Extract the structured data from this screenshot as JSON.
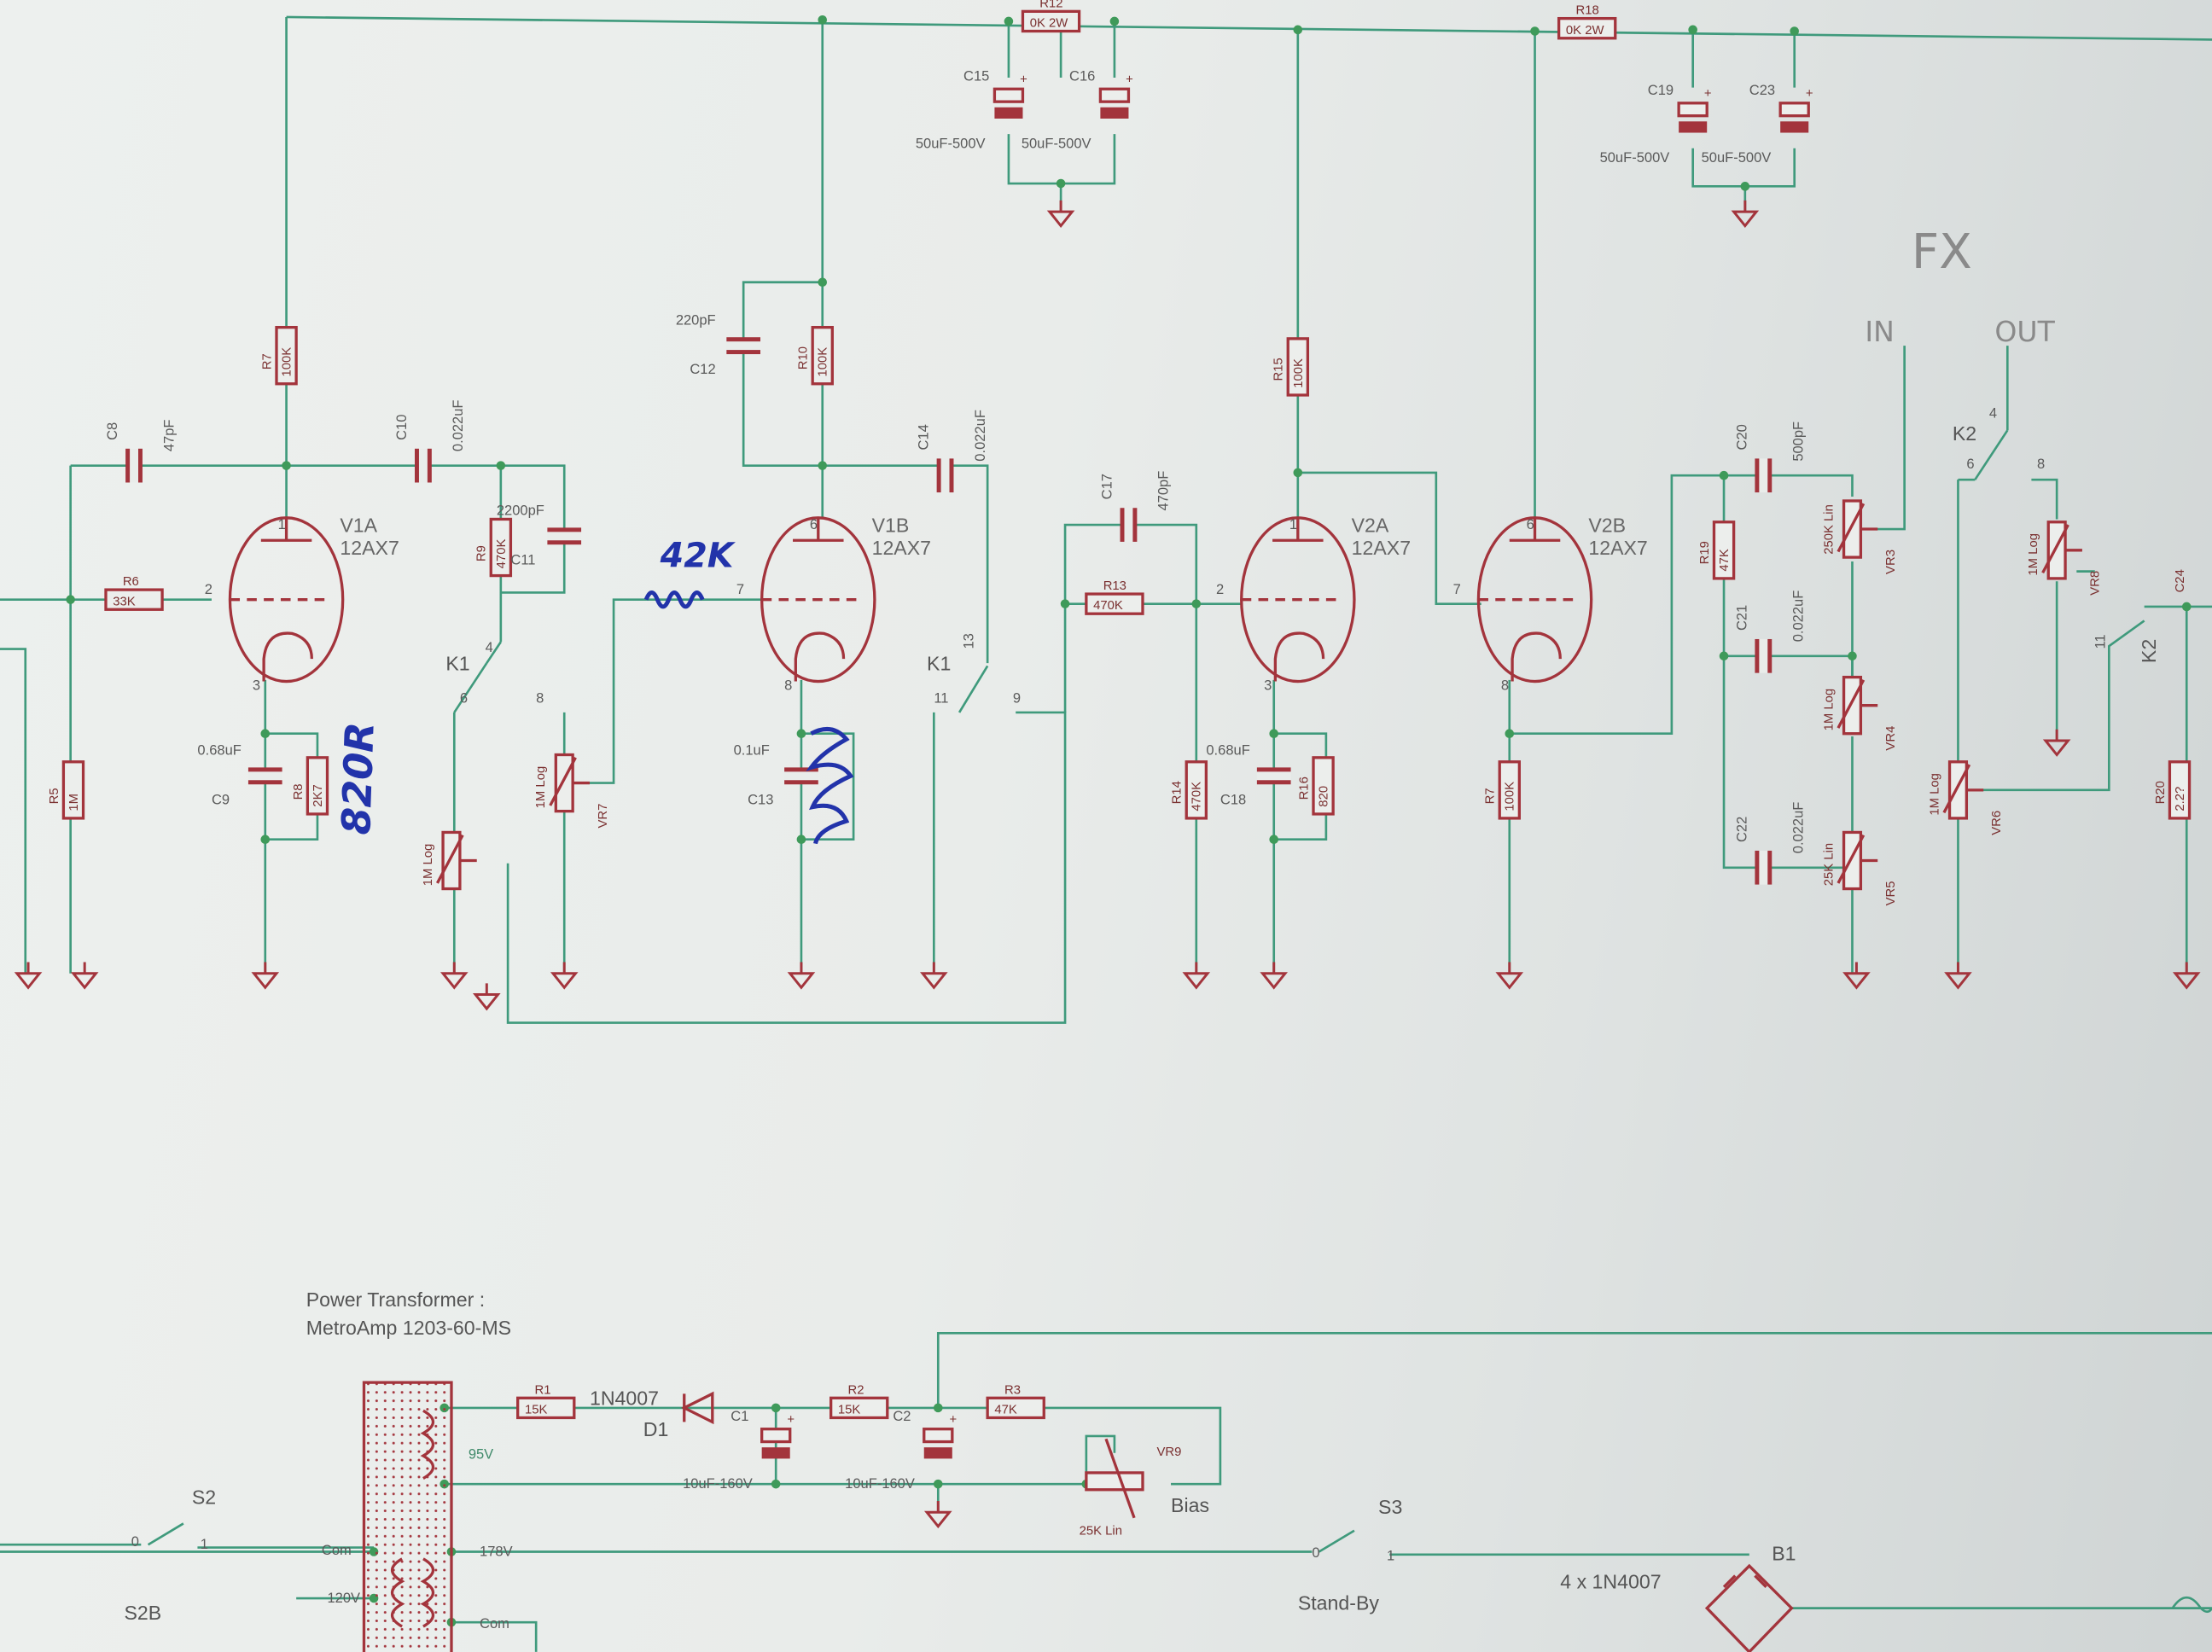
{
  "title_block": {
    "power_transformer_label": "Power Transformer :",
    "power_transformer_model": "MetroAmp 1203-60-MS"
  },
  "colors": {
    "wire": "#3f9a7c",
    "component": "#a3343c",
    "handwriting": "#2233aa",
    "paper": "#e9ecea"
  },
  "components": {
    "R12": {
      "ref": "R12",
      "value": "0K 2W"
    },
    "R18": {
      "ref": "R18",
      "value": "0K 2W"
    },
    "C15": {
      "ref": "C15",
      "value": "50uF-500V"
    },
    "C16": {
      "ref": "C16",
      "value": "50uF-500V"
    },
    "C19": {
      "ref": "C19",
      "value": "50uF-500V"
    },
    "C23": {
      "ref": "C23",
      "value": "50uF-500V"
    },
    "R7a": {
      "ref": "R7",
      "value": "100K"
    },
    "R10": {
      "ref": "R10",
      "value": "100K"
    },
    "R15": {
      "ref": "R15",
      "value": "100K"
    },
    "C8": {
      "ref": "C8",
      "value": "47pF"
    },
    "C10": {
      "ref": "C10",
      "value": "0.022uF"
    },
    "R9": {
      "ref": "R9",
      "value": "470K"
    },
    "C11": {
      "ref": "C11",
      "value": "2200pF"
    },
    "R6": {
      "ref": "R6",
      "value": "33K"
    },
    "R5": {
      "ref": "R5",
      "value": "1M"
    },
    "C9": {
      "ref": "C9",
      "value": "0.68uF"
    },
    "R8": {
      "ref": "R8",
      "value": "2K7"
    },
    "C12": {
      "ref": "C12",
      "value": "220pF"
    },
    "C14": {
      "ref": "C14",
      "value": "0.022uF"
    },
    "C13": {
      "ref": "C13",
      "value": "0.1uF"
    },
    "C17": {
      "ref": "C17",
      "value": "470pF"
    },
    "R13": {
      "ref": "R13",
      "value": "470K"
    },
    "R14": {
      "ref": "R14",
      "value": "470K"
    },
    "C18": {
      "ref": "C18",
      "value": "0.68uF"
    },
    "R16": {
      "ref": "R16",
      "value": "820"
    },
    "R7b": {
      "ref": "R7",
      "value": "100K"
    },
    "C20": {
      "ref": "C20",
      "value": "500pF"
    },
    "R19": {
      "ref": "R19",
      "value": "47K"
    },
    "C21": {
      "ref": "C21",
      "value": "0.022uF"
    },
    "C22": {
      "ref": "C22",
      "value": "0.022uF"
    },
    "R20": {
      "ref": "R20",
      "value": "2.2?"
    },
    "C24": {
      "ref": "C24",
      "value": ""
    },
    "VR3": {
      "ref": "VR3",
      "value": "250K Lin"
    },
    "VR4": {
      "ref": "VR4",
      "value": "1M Log"
    },
    "VR5": {
      "ref": "VR5",
      "value": "25K Lin"
    },
    "VR7": {
      "ref": "VR7",
      "value": "1M Log"
    },
    "VRL": {
      "ref": "",
      "value": "1M Log"
    },
    "VR8": {
      "ref": "VR8",
      "value": "1M Log"
    },
    "VR6": {
      "ref": "VR6",
      "value": "1M Log"
    },
    "VR9": {
      "ref": "VR9",
      "value": "25K Lin"
    },
    "R1": {
      "ref": "R1",
      "value": "15K"
    },
    "R2": {
      "ref": "R2",
      "value": "15K"
    },
    "R3": {
      "ref": "R3",
      "value": "47K"
    },
    "C1": {
      "ref": "C1",
      "value": "10uF-160V"
    },
    "C2": {
      "ref": "C2",
      "value": "10uF-160V"
    }
  },
  "tubes": [
    {
      "ref": "V1A",
      "type": "12AX7",
      "plate": "1",
      "grid": "2",
      "cathode": "3"
    },
    {
      "ref": "V1B",
      "type": "12AX7",
      "plate": "6",
      "grid": "7",
      "cathode": "8"
    },
    {
      "ref": "V2A",
      "type": "12AX7",
      "plate": "1",
      "grid": "2",
      "cathode": "3"
    },
    {
      "ref": "V2B",
      "type": "12AX7",
      "plate": "6",
      "grid": "7",
      "cathode": "8"
    }
  ],
  "switches": {
    "K1a": {
      "ref": "K1",
      "pins": [
        "4",
        "6",
        "8"
      ]
    },
    "K1b": {
      "ref": "K1",
      "pins": [
        "13",
        "11",
        "9"
      ]
    },
    "K2a": {
      "ref": "K2",
      "pins": [
        "4",
        "6",
        "8"
      ]
    },
    "K2b": {
      "ref": "K2",
      "pins": [
        "11"
      ]
    },
    "S2": {
      "ref": "S2",
      "pins": [
        "0",
        "1"
      ]
    },
    "S2B": {
      "ref": "S2B"
    },
    "S3": {
      "ref": "S3",
      "pins": [
        "0",
        "1"
      ],
      "label": "Stand-By"
    }
  },
  "power": {
    "diode_type": "1N4007",
    "diode_ref": "D1",
    "winding_95": "95V",
    "tap_178": "178V",
    "tap_120": "120V",
    "com1": "Com",
    "com2": "Com",
    "bias_label": "Bias",
    "bridge_type": "4 x 1N4007",
    "bridge_ref": "B1"
  },
  "handwritten": {
    "cathode_note": "820R",
    "grid_stopper": "42K",
    "fx": "FX",
    "fx_in": "IN",
    "fx_out": "OUT"
  }
}
